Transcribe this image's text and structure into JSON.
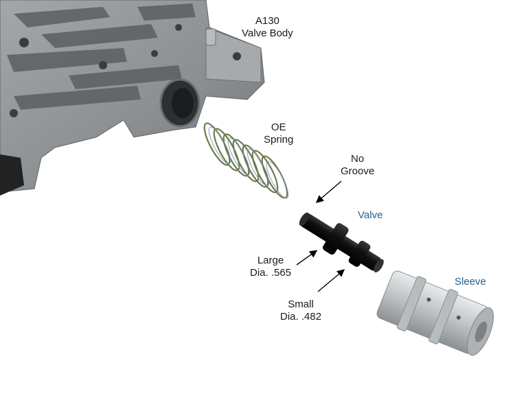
{
  "labels": {
    "valve_body": {
      "line1": "A130",
      "line2": "Valve Body"
    },
    "spring": {
      "line1": "OE",
      "line2": "Spring"
    },
    "groove": {
      "line1": "No",
      "line2": "Groove"
    },
    "valve": "Valve",
    "large_dia": {
      "line1": "Large",
      "line2": "Dia. .565"
    },
    "small_dia": {
      "line1": "Small",
      "line2": "Dia. .482"
    },
    "sleeve": "Sleeve"
  },
  "colors": {
    "label_text": "#1a1a1a",
    "part_label_blue": "#2a5e8c",
    "casting_gray": "#8d9193",
    "valve_black": "#111111",
    "sleeve_silver": "#c9ccce"
  }
}
